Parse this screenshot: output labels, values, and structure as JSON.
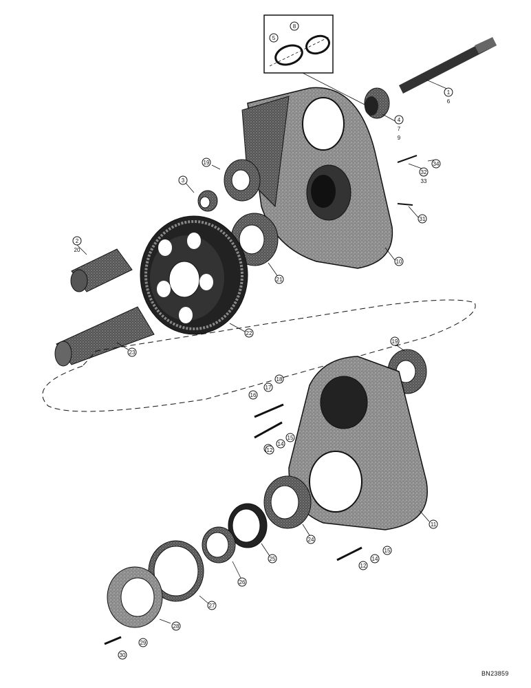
{
  "drawing_number": "BN23859",
  "callouts": [
    {
      "id": "c1",
      "numbers": [
        "1",
        "6"
      ]
    },
    {
      "id": "c5",
      "numbers": [
        "5"
      ]
    },
    {
      "id": "c8",
      "numbers": [
        "8"
      ]
    },
    {
      "id": "c4",
      "numbers": [
        "4",
        "7",
        "9"
      ]
    },
    {
      "id": "c34",
      "numbers": [
        "34"
      ]
    },
    {
      "id": "c32",
      "numbers": [
        "32",
        "33"
      ]
    },
    {
      "id": "c19a",
      "numbers": [
        "19"
      ]
    },
    {
      "id": "c3",
      "numbers": [
        "3"
      ]
    },
    {
      "id": "c31",
      "numbers": [
        "31"
      ]
    },
    {
      "id": "c2",
      "numbers": [
        "2",
        "20"
      ]
    },
    {
      "id": "c10",
      "numbers": [
        "10"
      ]
    },
    {
      "id": "c21",
      "numbers": [
        "21"
      ]
    },
    {
      "id": "c22",
      "numbers": [
        "22"
      ]
    },
    {
      "id": "c23",
      "numbers": [
        "23"
      ]
    },
    {
      "id": "c19b",
      "numbers": [
        "19"
      ]
    },
    {
      "id": "c18",
      "numbers": [
        "18"
      ]
    },
    {
      "id": "c17",
      "numbers": [
        "17"
      ]
    },
    {
      "id": "c16",
      "numbers": [
        "16"
      ]
    },
    {
      "id": "c13",
      "numbers": [
        "13"
      ]
    },
    {
      "id": "c14a",
      "numbers": [
        "14"
      ]
    },
    {
      "id": "c15a",
      "numbers": [
        "15"
      ]
    },
    {
      "id": "c12a",
      "numbers": [
        "12"
      ]
    },
    {
      "id": "c11",
      "numbers": [
        "11"
      ]
    },
    {
      "id": "c24",
      "numbers": [
        "24"
      ]
    },
    {
      "id": "c25",
      "numbers": [
        "25"
      ]
    },
    {
      "id": "c15b",
      "numbers": [
        "15"
      ]
    },
    {
      "id": "c14b",
      "numbers": [
        "14"
      ]
    },
    {
      "id": "c12b",
      "numbers": [
        "12"
      ]
    },
    {
      "id": "c26",
      "numbers": [
        "26"
      ]
    },
    {
      "id": "c27",
      "numbers": [
        "27"
      ]
    },
    {
      "id": "c28",
      "numbers": [
        "28"
      ]
    },
    {
      "id": "c29",
      "numbers": [
        "29"
      ]
    },
    {
      "id": "c30",
      "numbers": [
        "30"
      ]
    }
  ]
}
